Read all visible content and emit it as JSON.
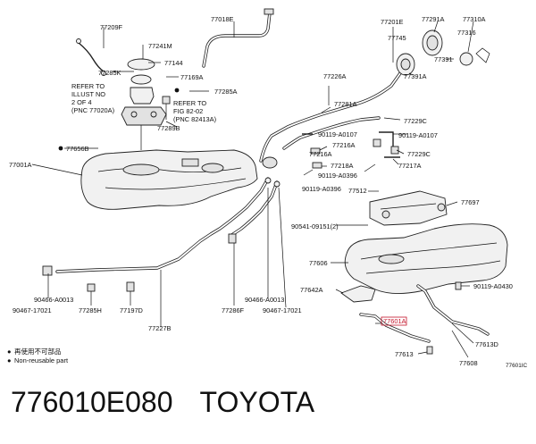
{
  "labels": {
    "p77209F": "77209F",
    "p77018E": "77018E",
    "p77241M": "77241M",
    "p77144": "77144",
    "p77285K": "77285K",
    "p77169A": "77169A",
    "p77285A": "77285A",
    "refer_left_1": "REFER TO",
    "refer_left_2": "ILLUST NO",
    "refer_left_3": "2 OF 4",
    "refer_left_4": "(PNC 77020A)",
    "refer_fig_1": "REFER TO",
    "refer_fig_2": "FIG 82-02",
    "refer_fig_3": "(PNC 82413A)",
    "p77289B": "77289B",
    "p77656B": "77656B",
    "p77001A": "77001A",
    "p77201E": "77201E",
    "p77291A": "77291A",
    "p77310A": "77310A",
    "p77745": "77745",
    "p77316": "77316",
    "p77391": "77391",
    "p77391A": "77391A",
    "p77226A": "77226A",
    "p77281A": "77281A",
    "p77229C_1": "77229C",
    "p77229C_2": "77229C",
    "p90119_A0107_1": "90119-A0107",
    "p90119_A0107_2": "90119-A0107",
    "p77216A": "77216A",
    "p77216A_2": "77216A",
    "p77218A": "77218A",
    "p77217A": "77217A",
    "p90119_A0396_1": "90119-A0396",
    "p90119_A0396_2": "90119-A0396",
    "p77512": "77512",
    "p77697": "77697",
    "p90541": "90541-09151(2)",
    "p77606": "77606",
    "p77642A": "77642A",
    "p90119_A0430": "90119-A0430",
    "p77601A": "77601A",
    "p77613D": "77613D",
    "p77613": "77613",
    "p77608": "77608",
    "p90466_A0013_1": "90466-A0013",
    "p90467_17021_1": "90467-17021",
    "p77285H": "77285H",
    "p77197D": "77197D",
    "p77227B": "77227B",
    "p77286F": "77286F",
    "p90466_A0013_2": "90466-A0013",
    "p90467_17021_2": "90467-17021",
    "ref_code": "77601IC"
  },
  "legend": {
    "symbol": "●",
    "line1": "再使用不可部品",
    "line2": "Non-reusable part"
  },
  "footer": {
    "part_number": "776010E080",
    "brand": "TOYOTA"
  },
  "colors": {
    "highlight": "#c4152a",
    "ink": "#111111"
  }
}
